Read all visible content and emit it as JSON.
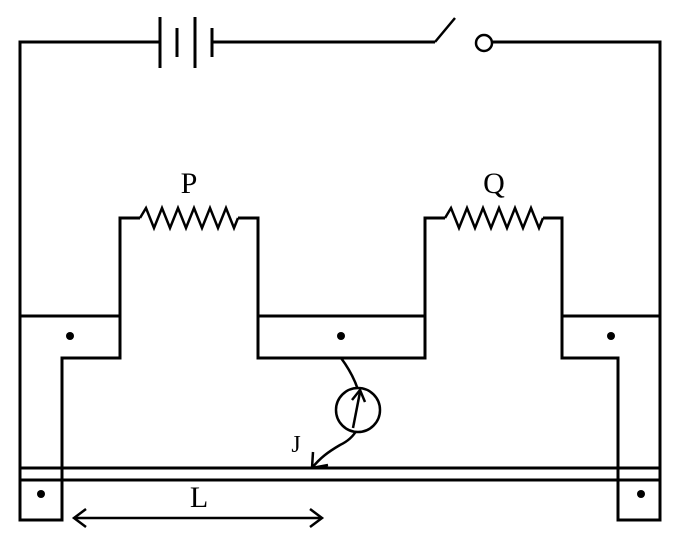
{
  "labels": {
    "resistor_left": "P",
    "resistor_right": "Q",
    "jockey": "J",
    "length": "L"
  },
  "components": {
    "battery": "battery-icon",
    "key": "switch-icon",
    "galvanometer": "galvanometer-icon"
  },
  "colors": {
    "line": "#000000",
    "background": "#ffffff"
  }
}
